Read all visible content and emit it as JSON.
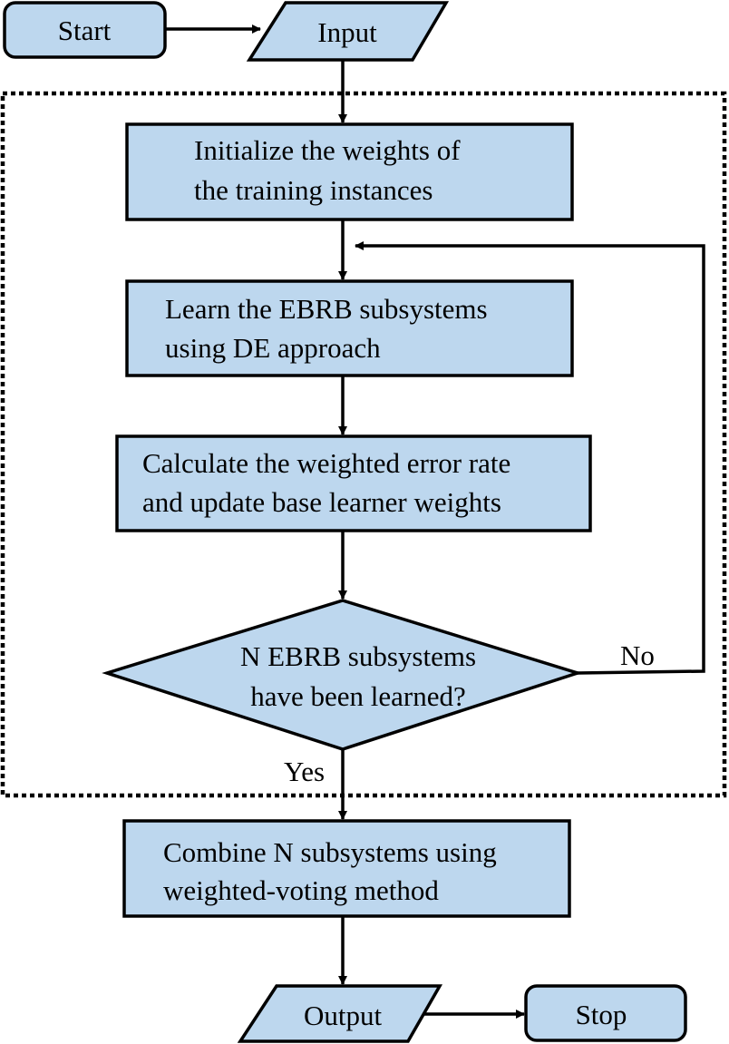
{
  "nodes": {
    "start": {
      "label": "Start"
    },
    "input": {
      "label": "Input"
    },
    "init": {
      "line1": "Initialize the weights of",
      "line2": "the training instances"
    },
    "learn": {
      "line1": "Learn the EBRB subsystems",
      "line2": "using DE approach"
    },
    "calc": {
      "line1": "Calculate the weighted error rate",
      "line2": "and update base learner weights"
    },
    "decision": {
      "line1": "N EBRB subsystems",
      "line2": "have been learned?"
    },
    "combine": {
      "line1": "Combine N subsystems using",
      "line2": "weighted-voting method"
    },
    "output": {
      "label": "Output"
    },
    "stop": {
      "label": "Stop"
    }
  },
  "edges": {
    "no_label": "No",
    "yes_label": "Yes"
  },
  "colors": {
    "box_fill": "#bdd7ee",
    "stroke": "#000000"
  }
}
